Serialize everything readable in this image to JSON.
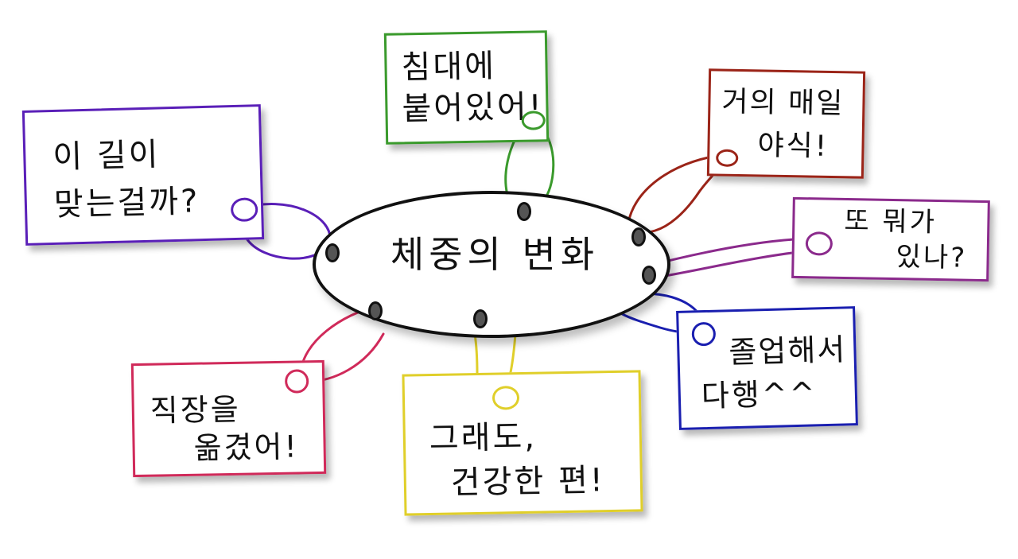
{
  "center": {
    "title": "체중의  변화"
  },
  "notes": [
    {
      "id": "top",
      "line1": "침대에",
      "line2": "붙어있어!",
      "color": "#3a9a2c"
    },
    {
      "id": "left",
      "line1": "이 길이",
      "line2": "맞는걸까?",
      "color": "#5a1fb8"
    },
    {
      "id": "right-top",
      "line1": "거의 매일",
      "line2": "야식!",
      "color": "#9b2418"
    },
    {
      "id": "right-mid",
      "line1": "또 뭐가",
      "line2": "있나?",
      "color": "#8b2a8c"
    },
    {
      "id": "right-bottom",
      "line1": "졸업해서",
      "line2": "다행^^",
      "color": "#1a1fb0"
    },
    {
      "id": "bottom-mid",
      "line1": "그래도,",
      "line2": "건강한 편!",
      "color": "#e0cf2a"
    },
    {
      "id": "bottom-left",
      "line1": "직장을",
      "line2": "옮겼어!",
      "color": "#d02a5a"
    }
  ]
}
